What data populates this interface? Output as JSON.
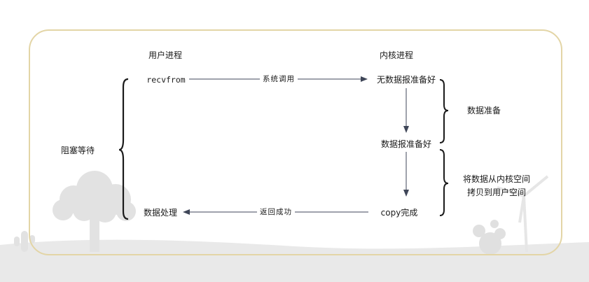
{
  "diagram": {
    "headers": {
      "user_process": "用户进程",
      "kernel_process": "内核进程"
    },
    "user": {
      "recvfrom": "recvfrom",
      "process_data": "数据处理"
    },
    "kernel": {
      "not_ready": "无数据报准备好",
      "ready": "数据报准备好",
      "copy_done": "copy完成"
    },
    "arrows": {
      "syscall": "系统调用",
      "return_ok": "返回成功"
    },
    "braces": {
      "blocking_wait": "阻塞等待",
      "data_prepare": "数据准备",
      "copy_line1": "将数据从内核空间",
      "copy_line2": "拷贝到用户空间"
    }
  }
}
